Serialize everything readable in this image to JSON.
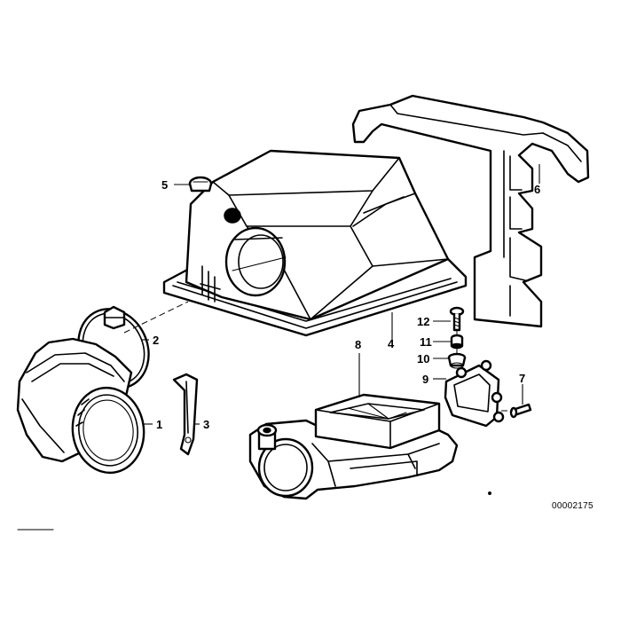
{
  "diagram": {
    "callouts": {
      "c1": "1",
      "c2": "2",
      "c3": "3",
      "c4": "4",
      "c5": "5",
      "c6": "6",
      "c7": "7",
      "c8": "8",
      "c9": "9",
      "c10": "10",
      "c11": "11",
      "c12": "12"
    },
    "document_number": "00002175"
  }
}
